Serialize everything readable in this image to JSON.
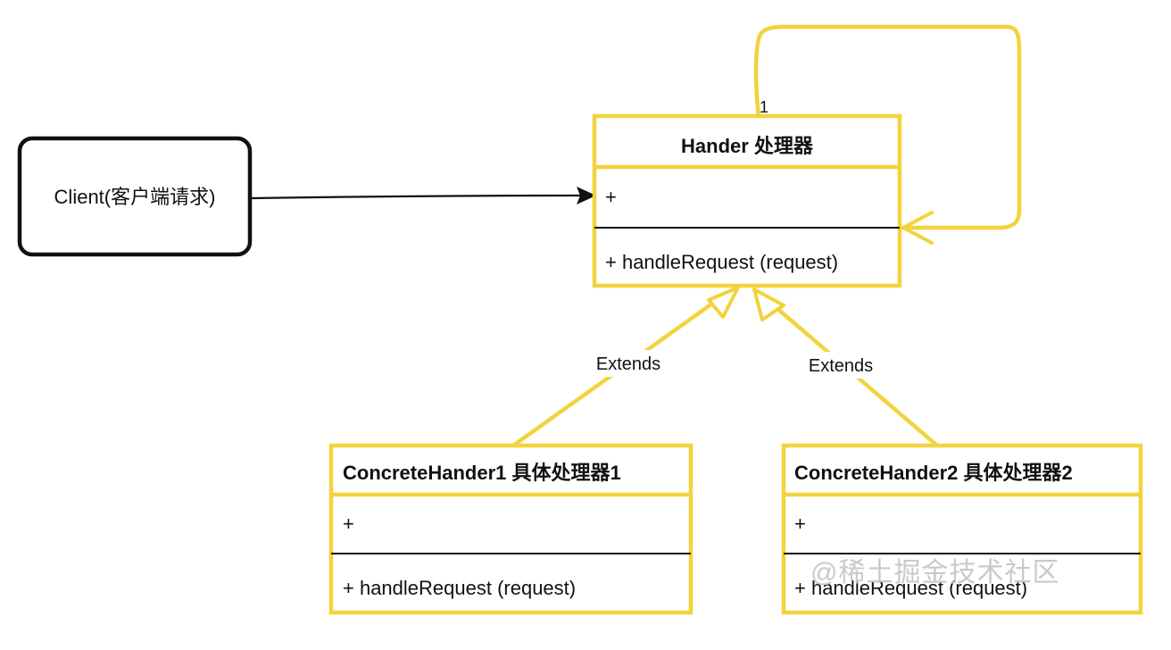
{
  "colors": {
    "accent": "#f2d33c",
    "client_border": "#111111",
    "text": "#111111",
    "watermark": "#c9c9c9"
  },
  "client": {
    "label": "Client(客户端请求)"
  },
  "handler": {
    "title": "Hander 处理器",
    "attribute": "+",
    "method": "+ handleRequest (request)",
    "self_multiplicity": "1"
  },
  "concrete": [
    {
      "title": "ConcreteHander1  具体处理器1",
      "attribute": "+",
      "method": "+ handleRequest (request)"
    },
    {
      "title": "ConcreteHander2  具体处理器2",
      "attribute": "+",
      "method": "+ handleRequest (request)"
    }
  ],
  "relations": {
    "extends_left": "Extends",
    "extends_right": "Extends"
  },
  "watermark": {
    "text": "@稀土掘金技术社区"
  }
}
